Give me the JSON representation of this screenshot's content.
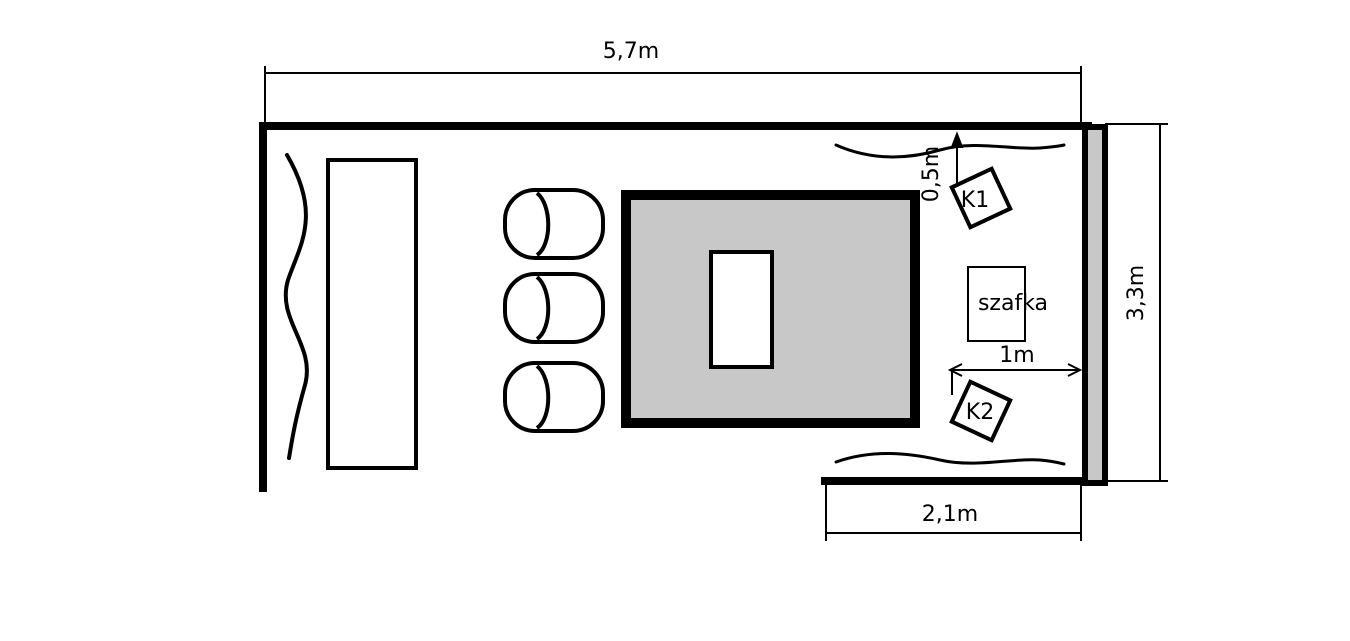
{
  "dimensions": {
    "width_total": "5,7m",
    "height_total": "3,3m",
    "inner_width": "2,1m",
    "speaker_distance": "1m",
    "speaker_offset": "0,5m"
  },
  "objects": {
    "speaker_1": "K1",
    "speaker_2": "K2",
    "cabinet": "szafka"
  },
  "colors": {
    "line": "#000000",
    "rug_fill": "#c8c8c8",
    "panel_fill": "#c8c8c8",
    "background": "#ffffff"
  }
}
